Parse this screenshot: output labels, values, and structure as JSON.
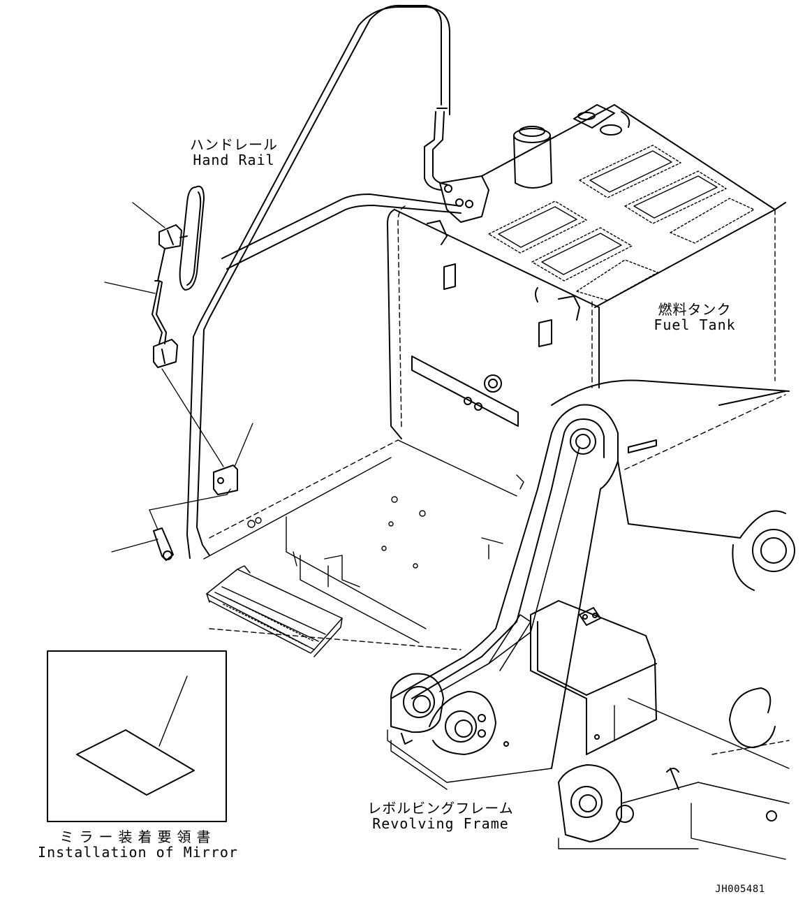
{
  "labels": {
    "hand_rail_jp": "ハンドレール",
    "hand_rail_en": "Hand Rail",
    "fuel_tank_jp": "燃料タンク",
    "fuel_tank_en": "Fuel Tank",
    "revolving_frame_jp": "レボルビングフレーム",
    "revolving_frame_en": "Revolving Frame",
    "installation_jp": "ミラー装着要領書",
    "installation_en": "Installation of Mirror",
    "drawing_code": "JH005481"
  }
}
